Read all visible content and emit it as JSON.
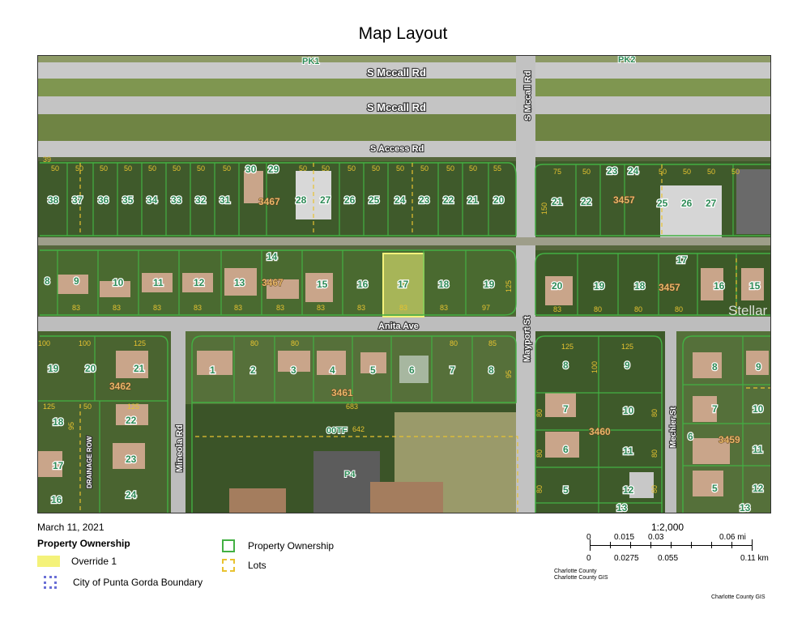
{
  "title": "Map Layout",
  "roads": {
    "mccall_north": "S Mccall Rd",
    "mccall_south": "S Mccall Rd",
    "access": "S Access Rd",
    "mccall_vertical": "S Mccall Rd",
    "anita": "Anita Ave",
    "mayport": "Mayport St",
    "mineola": "Mineola Rd",
    "mechler": "Mechler St",
    "drainage": "DRAINAGE ROW"
  },
  "parks": {
    "pk1": "PK1",
    "pk2": "PK2",
    "p4": "P4",
    "ootf": "00TF"
  },
  "blocks": [
    "3467",
    "3457",
    "3467",
    "3457",
    "3462",
    "3461",
    "3460",
    "3459"
  ],
  "row1_lots": [
    "38",
    "37",
    "36",
    "35",
    "34",
    "33",
    "32",
    "31",
    "30",
    "29",
    "28",
    "27",
    "26",
    "25",
    "24",
    "23",
    "22",
    "21",
    "20"
  ],
  "row1_dims": [
    "39",
    "50",
    "50",
    "50",
    "50",
    "50",
    "50",
    "50",
    "50",
    "50",
    "50",
    "50",
    "50",
    "50",
    "50",
    "50",
    "50",
    "55"
  ],
  "row1_right_lots": [
    "21",
    "22",
    "23",
    "24",
    "25",
    "26",
    "27"
  ],
  "row1_right_dims": [
    "75",
    "50",
    "50",
    "50",
    "50",
    "50",
    "150"
  ],
  "row2_lots": [
    "8",
    "9",
    "10",
    "11",
    "12",
    "13",
    "14",
    "15",
    "16",
    "17",
    "18",
    "19"
  ],
  "row2_dims": [
    "83",
    "83",
    "83",
    "83",
    "83",
    "83",
    "83",
    "83",
    "83",
    "83",
    "97",
    "125"
  ],
  "row2_right_lots": [
    "20",
    "19",
    "18",
    "17",
    "16",
    "15"
  ],
  "row2_right_dims": [
    "83",
    "80",
    "80",
    "80"
  ],
  "row3_lots": [
    "19",
    "20",
    "21",
    "1",
    "2",
    "3",
    "4",
    "5",
    "6",
    "7",
    "8"
  ],
  "row3_dims": [
    "100",
    "100",
    "125",
    "80",
    "80",
    "80",
    "85",
    "95",
    "683",
    "642"
  ],
  "row3_right_lots": [
    "8",
    "9",
    "7",
    "10",
    "6",
    "11",
    "5",
    "12",
    "13"
  ],
  "row3_right_dims": [
    "125",
    "100",
    "125",
    "80",
    "80",
    "80",
    "80",
    "80",
    "80"
  ],
  "far_right_lots": [
    "8",
    "9",
    "7",
    "10",
    "6",
    "11",
    "5",
    "12",
    "13"
  ],
  "west_lots": [
    "18",
    "22",
    "17",
    "23",
    "16",
    "24"
  ],
  "west_dims": [
    "125",
    "50",
    "125",
    "95"
  ],
  "selected_lot": "17",
  "selected_lot_dim": "83",
  "watermark": "Stellar MLS",
  "legend": {
    "date": "March 11, 2021",
    "title": "Property Ownership",
    "override": "Override 1",
    "city": "City of Punta Gorda Boundary",
    "ownership": "Property Ownership",
    "lots": "Lots"
  },
  "scale": {
    "ratio": "1:2,000",
    "mi_ticks": [
      "0",
      "0.015",
      "0.03",
      "0.06 mi"
    ],
    "km_ticks": [
      "0",
      "0.0275",
      "0.055",
      "0.11 km"
    ],
    "credit_1": "Charlotte County",
    "credit_2": "Charlotte County GIS",
    "credit_3": "Charlotte County GIS"
  },
  "colors": {
    "parcel_line": "#43b043",
    "lot_dash": "#e8c230",
    "override_fill": "#f4f27a",
    "road": "#bdbdbd",
    "vegetation": "#3e5a2a"
  }
}
